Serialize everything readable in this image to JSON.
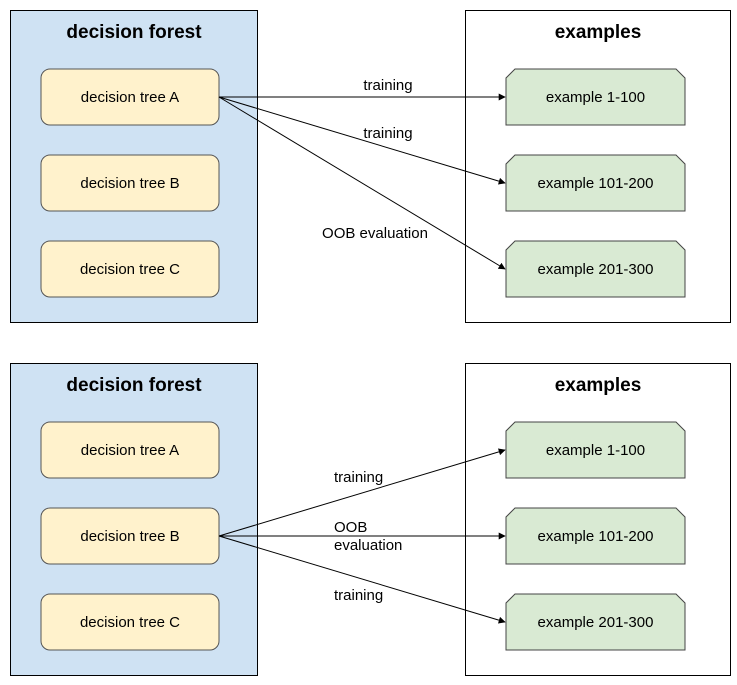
{
  "panels": [
    {
      "forest_title": "decision forest",
      "examples_title": "examples",
      "trees": [
        "decision tree A",
        "decision tree B",
        "decision tree C"
      ],
      "examples": [
        "example 1-100",
        "example 101-200",
        "example 201-300"
      ],
      "edges": [
        {
          "from_tree": 0,
          "to_example": 0,
          "label": [
            "training"
          ]
        },
        {
          "from_tree": 0,
          "to_example": 1,
          "label": [
            "training"
          ]
        },
        {
          "from_tree": 0,
          "to_example": 2,
          "label": [
            "OOB evaluation"
          ]
        }
      ]
    },
    {
      "forest_title": "decision forest",
      "examples_title": "examples",
      "trees": [
        "decision tree A",
        "decision tree B",
        "decision tree C"
      ],
      "examples": [
        "example 1-100",
        "example 101-200",
        "example 201-300"
      ],
      "edges": [
        {
          "from_tree": 1,
          "to_example": 0,
          "label": [
            "training"
          ]
        },
        {
          "from_tree": 1,
          "to_example": 1,
          "label": [
            "OOB",
            "evaluation"
          ]
        },
        {
          "from_tree": 1,
          "to_example": 2,
          "label": [
            "training"
          ]
        }
      ]
    }
  ],
  "colors": {
    "forest_fill": "#cfe2f3",
    "tree_fill": "#fff2cc",
    "tree_stroke": "#555555",
    "example_fill": "#d9ead3",
    "example_stroke": "#444444",
    "line": "#000000"
  }
}
